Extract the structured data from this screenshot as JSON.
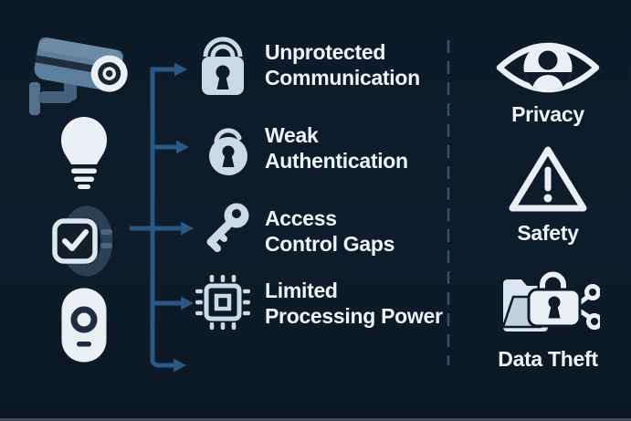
{
  "diagram": {
    "description": "IoT device security risk flow diagram",
    "devices": {
      "items": [
        {
          "icon": "cctv-camera"
        },
        {
          "icon": "smart-bulb"
        },
        {
          "icon": "smartwatch"
        },
        {
          "icon": "smart-doorbell"
        }
      ]
    },
    "vulnerabilities": {
      "items": [
        {
          "icon": "padlock-signal",
          "line1": "Unprotected",
          "line2": "Communication"
        },
        {
          "icon": "round-padlock",
          "line1": "Weak",
          "line2": "Authentication"
        },
        {
          "icon": "key",
          "line1": "Access",
          "line2": "Control Gaps"
        },
        {
          "icon": "microchip",
          "line1": "Limited",
          "line2": "Processing Power"
        }
      ]
    },
    "impacts": {
      "items": [
        {
          "icon": "eye-user",
          "label": "Privacy"
        },
        {
          "icon": "warning-triangle",
          "label": "Safety"
        },
        {
          "icon": "folder-lock-share",
          "label": "Data Theft"
        }
      ]
    }
  },
  "colors": {
    "background": "#0d1a28",
    "accent_blue": "#2a5884",
    "divider": "#33506e",
    "icon_light": "#cdd9e4",
    "icon_white": "#e9eff5",
    "keyhole_dark": "#0f1b29",
    "device_slate": "#5d7f9e",
    "text": "#eef3f7"
  }
}
